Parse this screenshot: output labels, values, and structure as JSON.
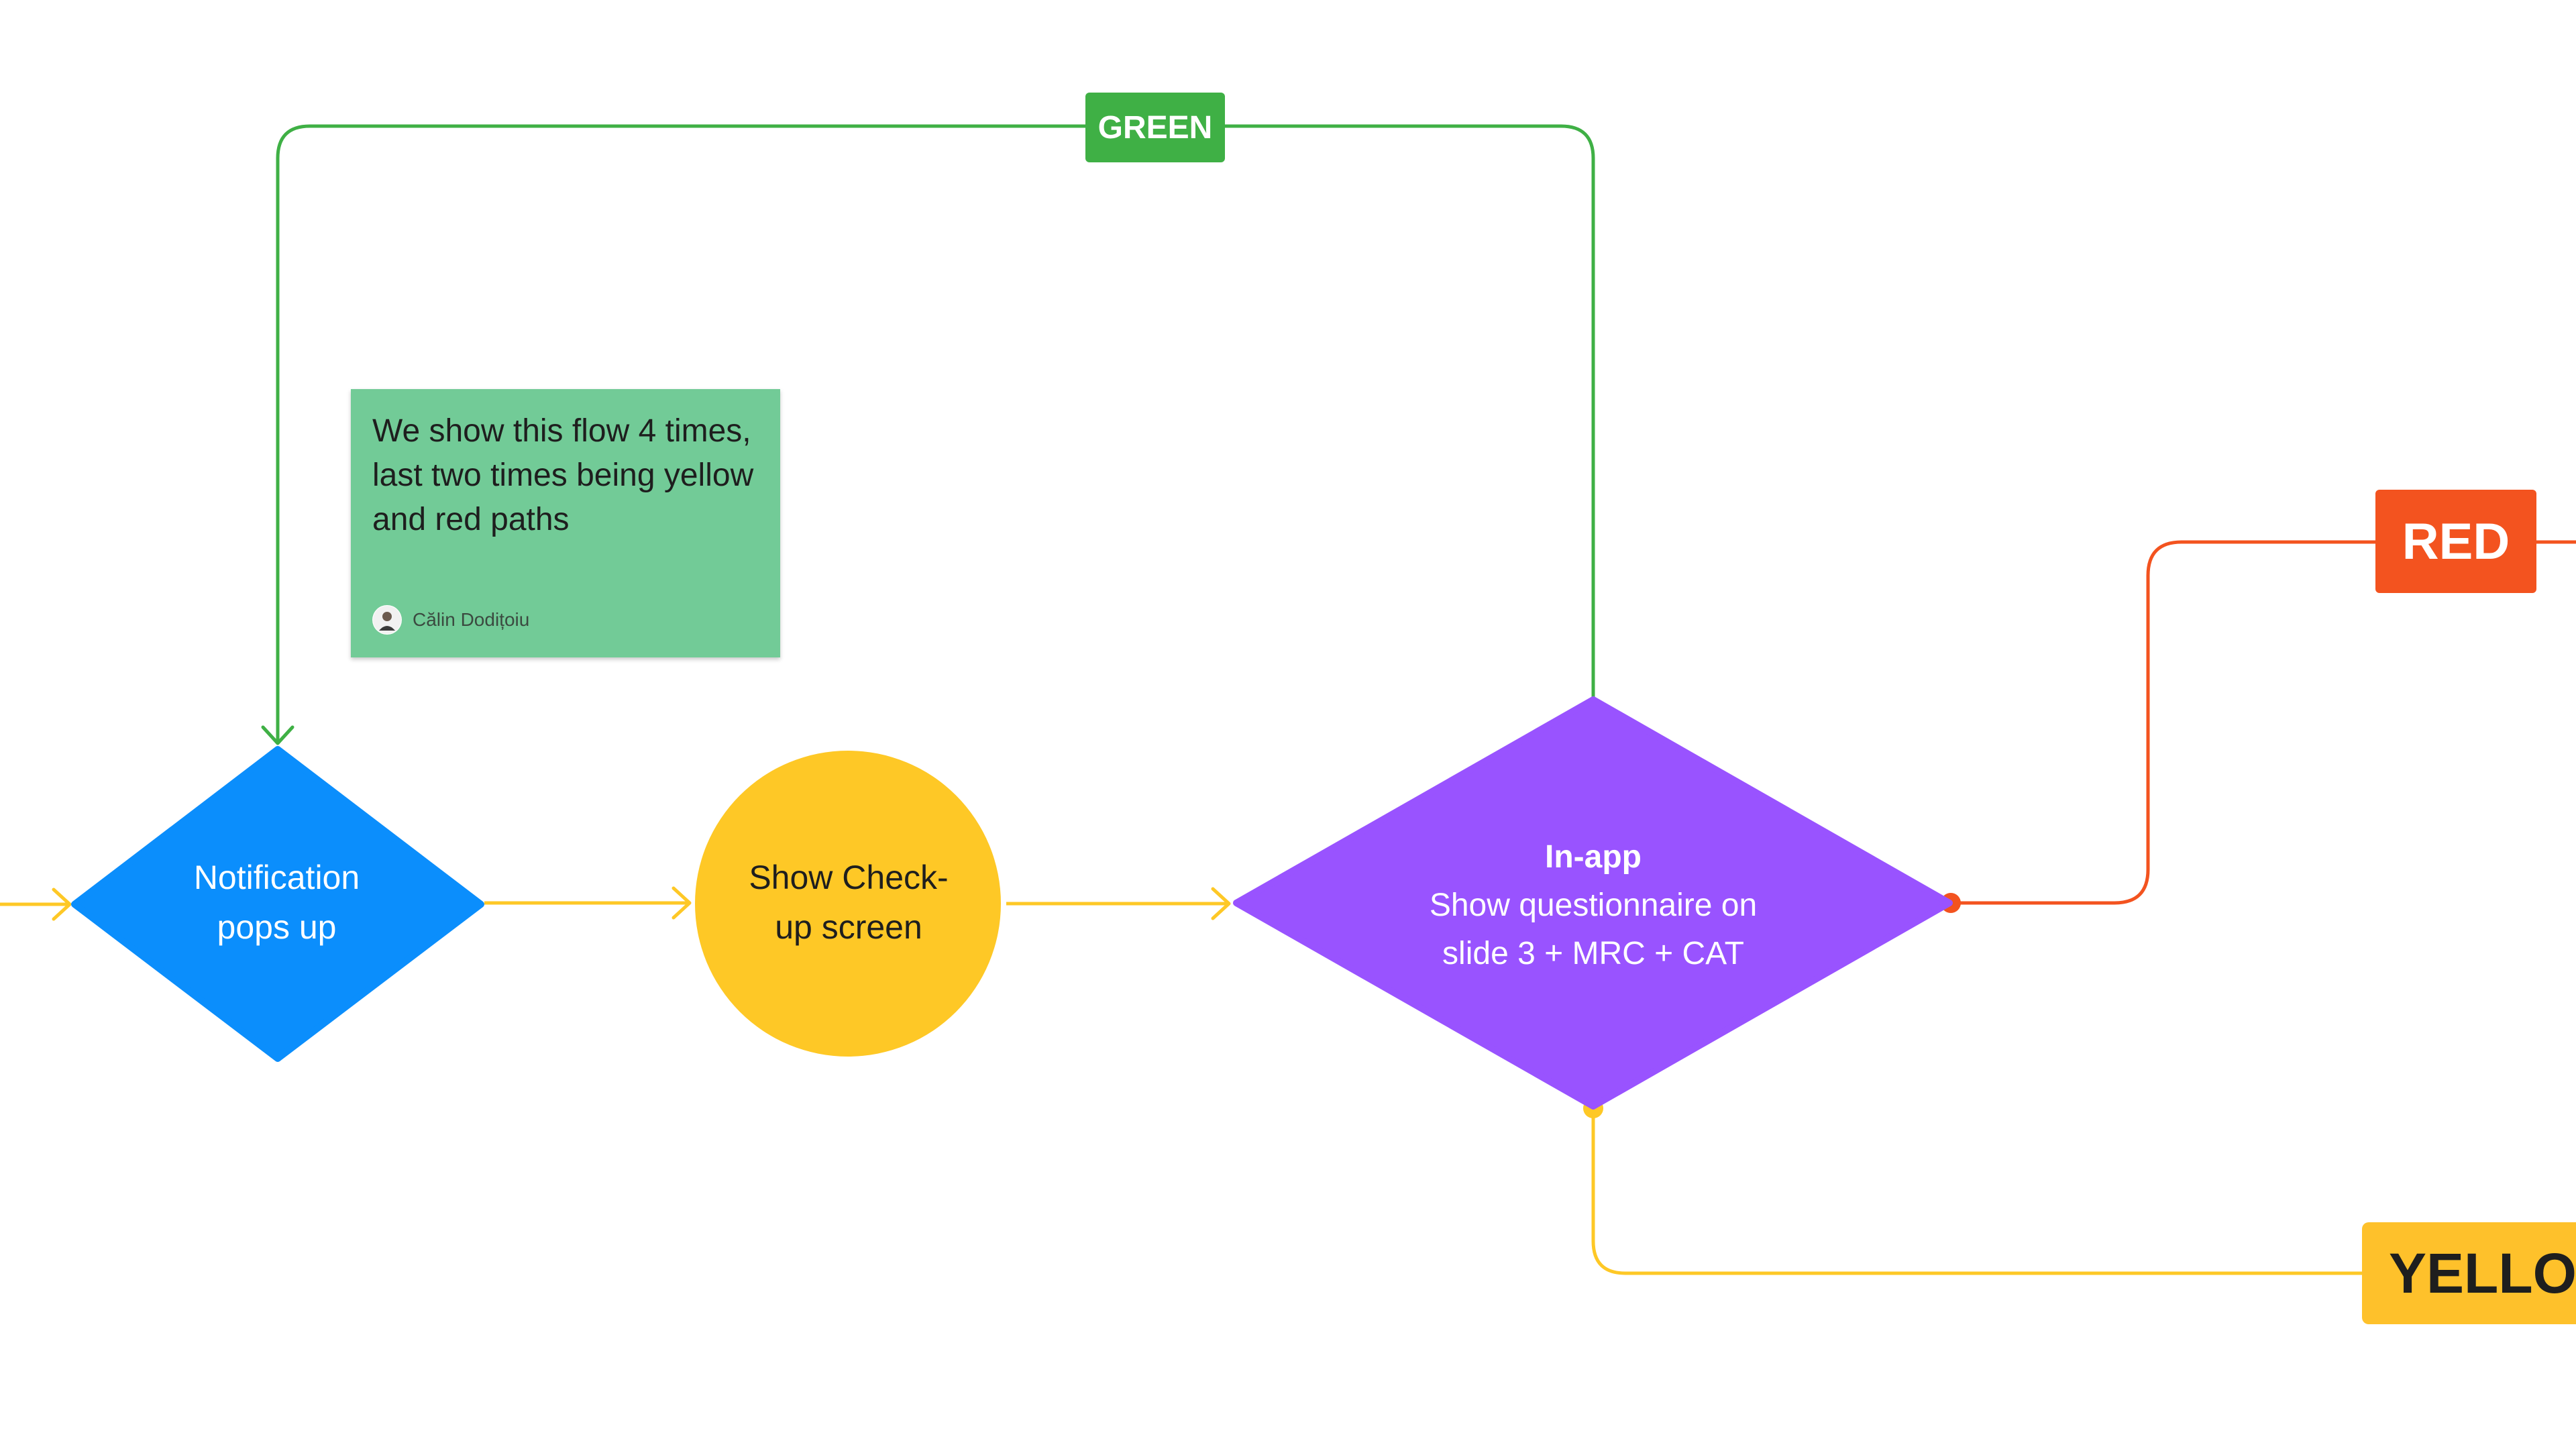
{
  "colors": {
    "green": "#3fb045",
    "yellow": "#fec826",
    "red": "#f3531f",
    "blue": "#0b8efc",
    "purple": "#9953ff",
    "sticky": "#72cb97",
    "yellow_label": "#fec12b",
    "dark_text": "#1e1e1e"
  },
  "nodes": {
    "notification": {
      "shape": "diamond",
      "lines": [
        "Notification",
        "pops up"
      ]
    },
    "checkup": {
      "shape": "circle",
      "lines": [
        "Show Check-",
        "up screen"
      ]
    },
    "inapp": {
      "shape": "diamond",
      "title": "In-app",
      "lines": [
        "Show questionnaire on",
        "slide 3 + MRC + CAT"
      ]
    }
  },
  "labels": {
    "green": "GREEN",
    "red": "RED",
    "yellow": "YELLOW"
  },
  "sticky_note": {
    "text": "We show this flow 4 times, last two times being yellow and red paths",
    "author": "Călin Dodițoiu",
    "author_icon": "avatar-icon"
  }
}
